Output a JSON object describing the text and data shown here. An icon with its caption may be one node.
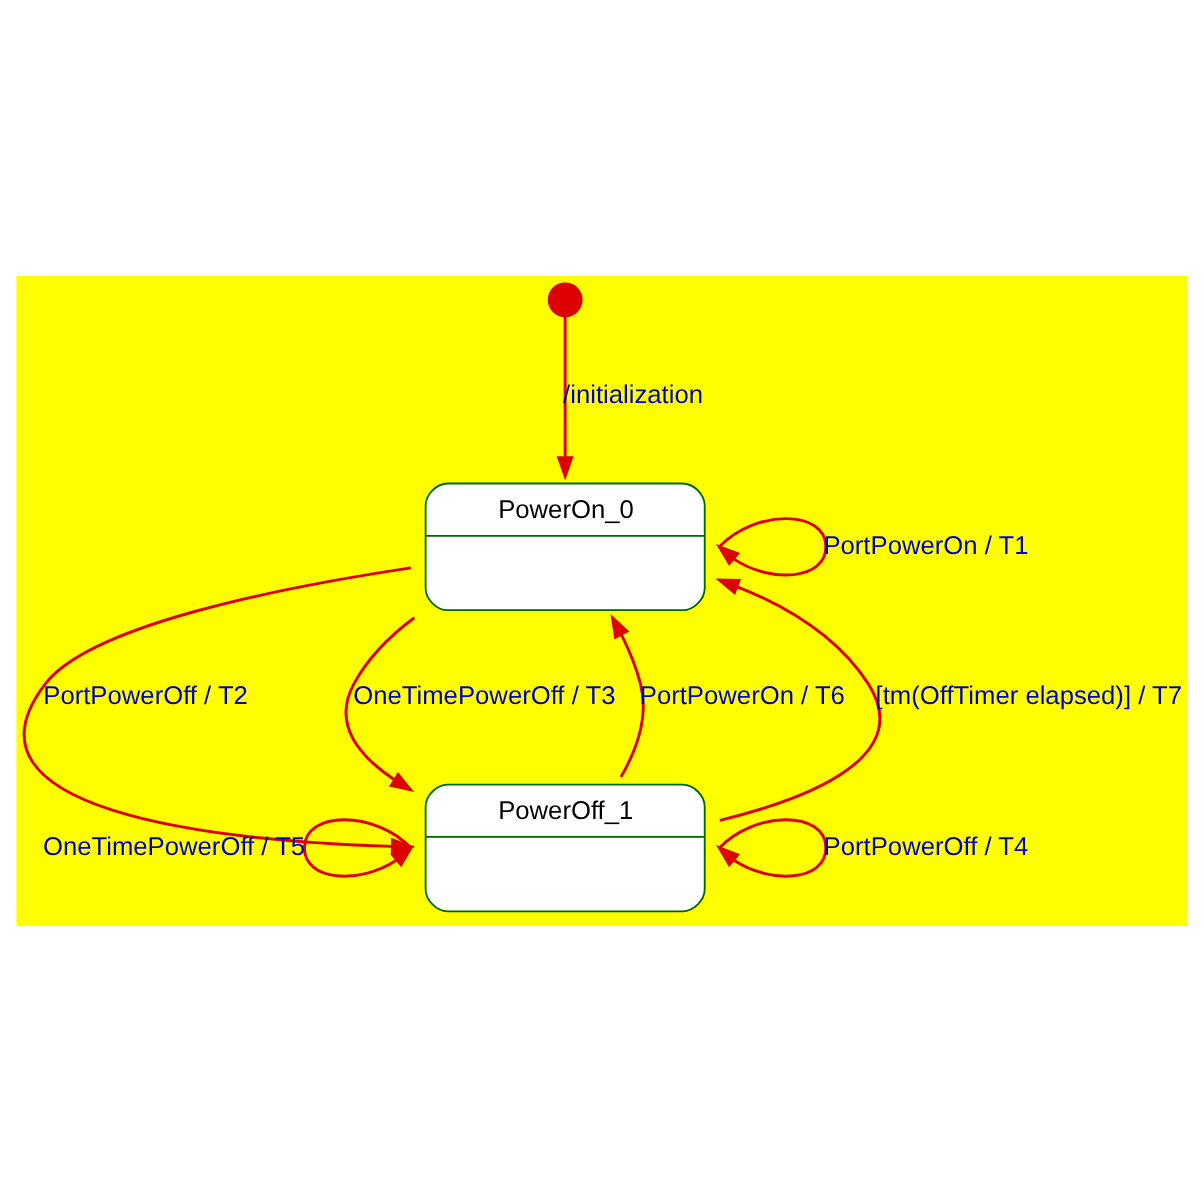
{
  "diagram": {
    "nodes": [
      {
        "text": [],
        "shape": "circle"
      },
      {
        "text": [
          "PowerOn_0"
        ]
      },
      {
        "text": [
          "PowerOff_1"
        ]
      }
    ],
    "edges": [
      {
        "from": 0,
        "to": 1,
        "arrow": "to",
        "label": "/initialization"
      },
      {
        "from": 1,
        "to": 1,
        "arrow": "to",
        "label": "PortPowerOn / T1"
      },
      {
        "from": 2,
        "to": 1,
        "arrow": "to",
        "label": "PortPowerOn / T6"
      },
      {
        "from": 2,
        "to": 1,
        "arrow": "to",
        "label": "[tm(OffTimer elapsed)] / T7"
      },
      {
        "from": 1,
        "to": 2,
        "arrow": "to",
        "label": "PortPowerOff / T2"
      },
      {
        "from": 1,
        "to": 2,
        "arrow": "to",
        "label": "OneTimePowerOff / T3"
      },
      {
        "from": 2,
        "to": 2,
        "arrow": "to",
        "label": "PortPowerOff / T4"
      },
      {
        "from": 2,
        "to": 2,
        "arrow": "to",
        "label": "OneTimePowerOff / T5"
      }
    ]
  }
}
